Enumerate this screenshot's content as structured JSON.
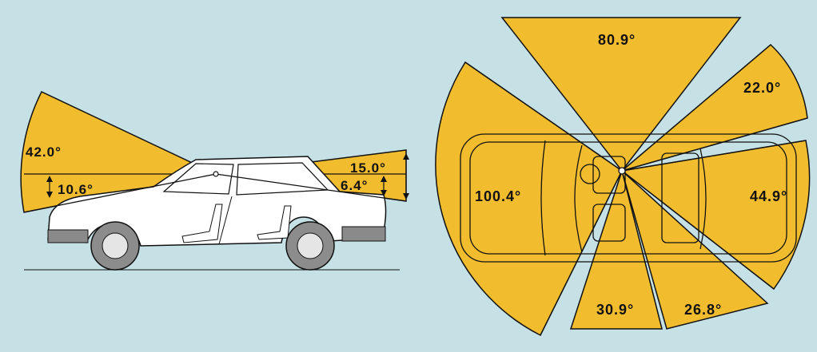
{
  "side_view": {
    "angles": {
      "upper_forward": "42.0°",
      "lower_forward": "10.6°",
      "upper_rear": "15.0°",
      "lower_rear": "6.4°"
    }
  },
  "top_view": {
    "angles": {
      "front": "80.9°",
      "right_front": "22.0°",
      "right": "44.9°",
      "left": "100.4°",
      "rear_left": "30.9°",
      "rear_right": "26.8°"
    }
  },
  "colors": {
    "background": "#c5e1e6",
    "sector_fill": "#f2bc2f",
    "outline": "#111111",
    "car_body": "#ffffff",
    "tyre": "#8c8c8c",
    "trim": "#8a8a8a"
  }
}
